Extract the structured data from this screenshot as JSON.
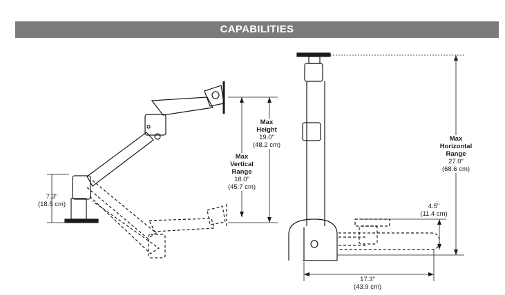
{
  "banner": {
    "title": "CAPABILITIES"
  },
  "left": {
    "height_pole": {
      "value": "7.3\"",
      "metric": "(18.5 cm)"
    },
    "max_height": {
      "title_line1": "Max",
      "title_line2": "Height",
      "value": "19.0\"",
      "metric": "(48.2 cm)"
    },
    "max_vertical": {
      "title_line1": "Max",
      "title_line2": "Vertical",
      "title_line3": "Range",
      "value": "18.0\"",
      "metric": "(45.7 cm)"
    }
  },
  "right": {
    "max_horizontal": {
      "title_line1": "Max",
      "title_line2": "Horizontal",
      "title_line3": "Range",
      "value": "27.0\"",
      "metric": "(68.6 cm)"
    },
    "retract": {
      "value": "4.5\"",
      "metric": "(11.4 cm)"
    },
    "reach": {
      "value": "17.3\"",
      "metric": "(43.9 cm)"
    }
  },
  "colors": {
    "banner_bg": "#7b7b7b",
    "line": "#1a1a1a"
  }
}
